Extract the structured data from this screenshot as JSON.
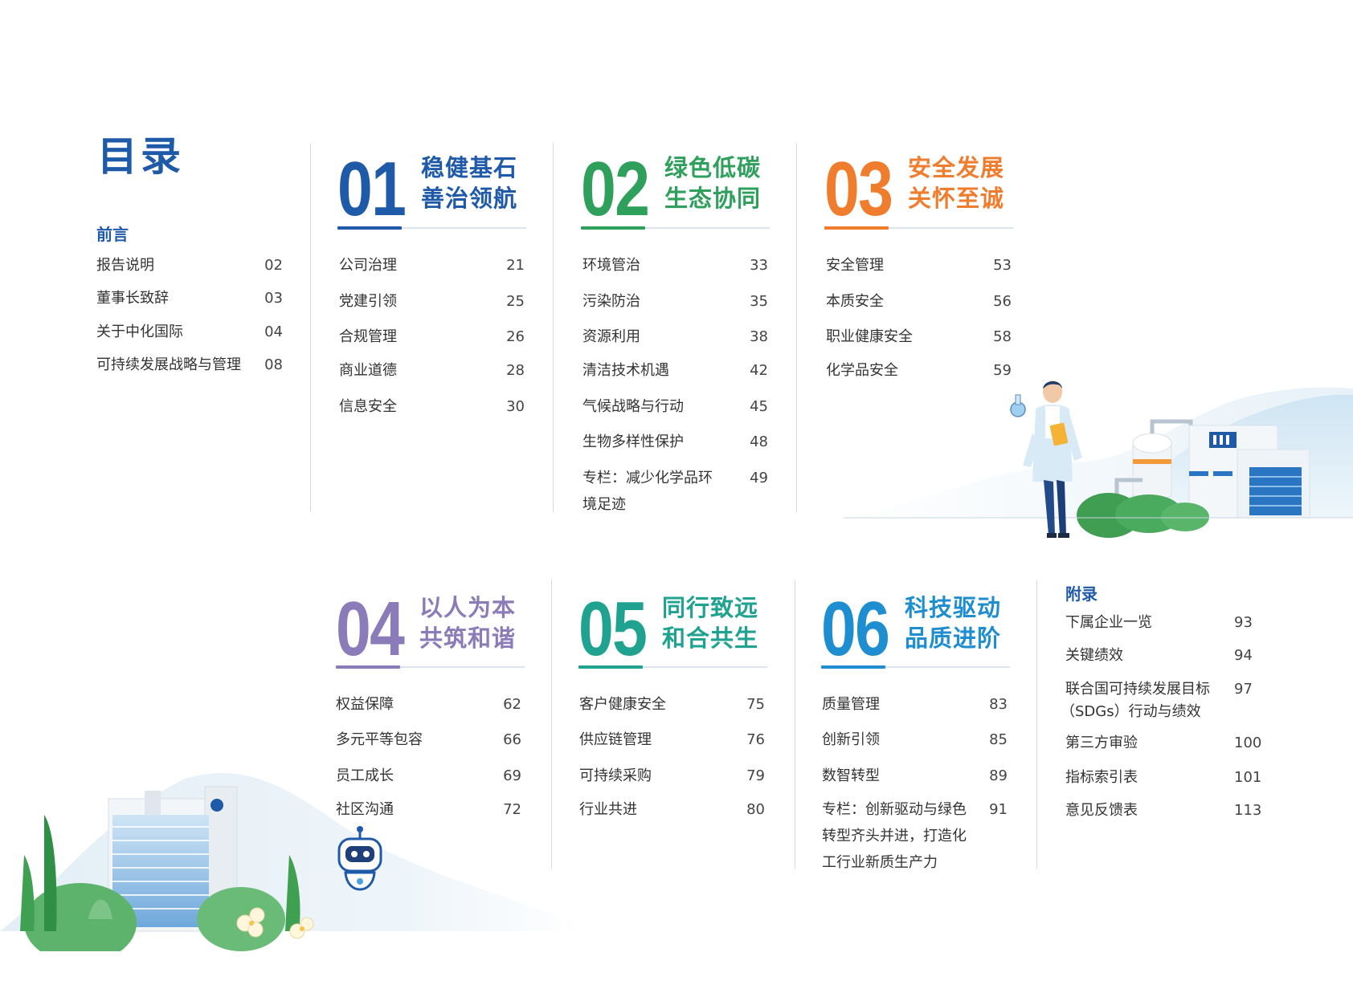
{
  "toc_title": "目录",
  "preface": {
    "label": "前言",
    "items": [
      {
        "label": "报告说明",
        "page": "02"
      },
      {
        "label": "董事长致辞",
        "page": "03"
      },
      {
        "label": "关于中化国际",
        "page": "04"
      },
      {
        "label": "可持续发展战略与管理",
        "page": "08"
      }
    ]
  },
  "chapters": [
    {
      "number": "01",
      "title_line1": "稳健基石",
      "title_line2": "善治领航",
      "color": "#1f5aa8",
      "items": [
        {
          "label": "公司治理",
          "page": "21"
        },
        {
          "label": "党建引领",
          "page": "25"
        },
        {
          "label": "合规管理",
          "page": "26"
        },
        {
          "label": "商业道德",
          "page": "28"
        },
        {
          "label": "信息安全",
          "page": "30"
        }
      ]
    },
    {
      "number": "02",
      "title_line1": "绿色低碳",
      "title_line2": "生态协同",
      "color": "#2ea05c",
      "items": [
        {
          "label": "环境管治",
          "page": "33"
        },
        {
          "label": "污染防治",
          "page": "35"
        },
        {
          "label": "资源利用",
          "page": "38"
        },
        {
          "label": "清洁技术机遇",
          "page": "42"
        },
        {
          "label": "气候战略与行动",
          "page": "45"
        },
        {
          "label": "生物多样性保护",
          "page": "48"
        },
        {
          "label_line1": "专栏：减少化学品环",
          "label_line2": "境足迹",
          "page": "49"
        }
      ]
    },
    {
      "number": "03",
      "title_line1": "安全发展",
      "title_line2": "关怀至诚",
      "color": "#ef7d2d",
      "items": [
        {
          "label": "安全管理",
          "page": "53"
        },
        {
          "label": "本质安全",
          "page": "56"
        },
        {
          "label": "职业健康安全",
          "page": "58"
        },
        {
          "label": "化学品安全",
          "page": "59"
        }
      ]
    },
    {
      "number": "04",
      "title_line1": "以人为本",
      "title_line2": "共筑和谐",
      "color": "#8b7bb8",
      "items": [
        {
          "label": "权益保障",
          "page": "62"
        },
        {
          "label": "多元平等包容",
          "page": "66"
        },
        {
          "label": "员工成长",
          "page": "69"
        },
        {
          "label": "社区沟通",
          "page": "72"
        }
      ]
    },
    {
      "number": "05",
      "title_line1": "同行致远",
      "title_line2": "和合共生",
      "color": "#1fa28f",
      "items": [
        {
          "label": "客户健康安全",
          "page": "75"
        },
        {
          "label": "供应链管理",
          "page": "76"
        },
        {
          "label": "可持续采购",
          "page": "79"
        },
        {
          "label": "行业共进",
          "page": "80"
        }
      ]
    },
    {
      "number": "06",
      "title_line1": "科技驱动",
      "title_line2": "品质进阶",
      "color": "#1f8ed0",
      "items": [
        {
          "label": "质量管理",
          "page": "83"
        },
        {
          "label": "创新引领",
          "page": "85"
        },
        {
          "label": "数智转型",
          "page": "89"
        },
        {
          "label_line1": "专栏：创新驱动与绿色",
          "label_line2": "转型齐头并进，打造化",
          "label_line3": "工行业新质生产力",
          "page": "91"
        }
      ]
    }
  ],
  "appendix": {
    "label": "附录",
    "items": [
      {
        "label": "下属企业一览",
        "page": "93"
      },
      {
        "label": "关键绩效",
        "page": "94"
      },
      {
        "label_line1": "联合国可持续发展目标",
        "label_line2": "（SDGs）行动与绩效",
        "page": "97"
      },
      {
        "label": "第三方审验",
        "page": "100"
      },
      {
        "label": "指标索引表",
        "page": "101"
      },
      {
        "label": "意见反馈表",
        "page": "113"
      }
    ]
  },
  "icons": [
    "scientist-illustration",
    "chemical-plant-illustration",
    "office-building-illustration",
    "robot-mascot-icon",
    "flower-icon",
    "tree-icon"
  ]
}
